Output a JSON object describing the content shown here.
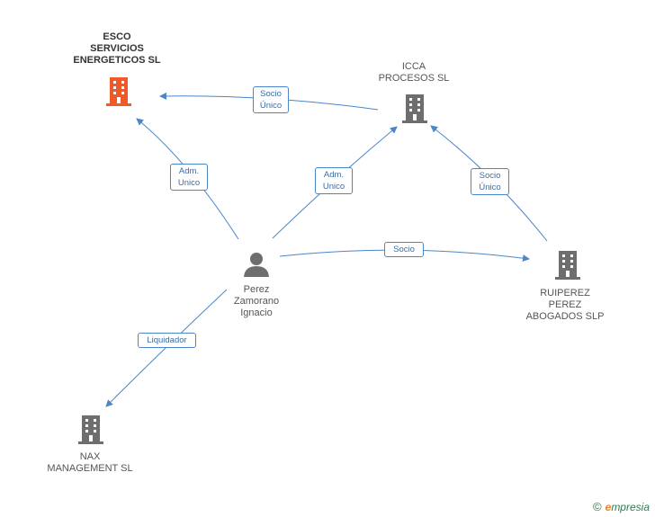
{
  "nodes": {
    "esco": {
      "label": "ESCO\nSERVICIOS\nENERGETICOS SL"
    },
    "icca": {
      "label": "ICCA\nPROCESOS  SL"
    },
    "perez": {
      "label": "Perez\nZamorano\nIgnacio"
    },
    "ruiperez": {
      "label": "RUIPEREZ\nPEREZ\nABOGADOS SLP"
    },
    "nax": {
      "label": "NAX\nMANAGEMENT SL"
    }
  },
  "edges": {
    "icca_esco": "Socio\nÚnico",
    "perez_esco": "Adm.\nUnico",
    "perez_icca": "Adm.\nUnico",
    "ruiperez_icca": "Socio\nÚnico",
    "perez_ruiperez": "Socio",
    "perez_nax": "Liquidador"
  },
  "colors": {
    "main_node": "#f05a28",
    "node": "#6e6e6e",
    "edge": "#4a86c8"
  },
  "footer": {
    "copyright": "©",
    "brand_initial": "e",
    "brand_rest": "mpresia"
  }
}
